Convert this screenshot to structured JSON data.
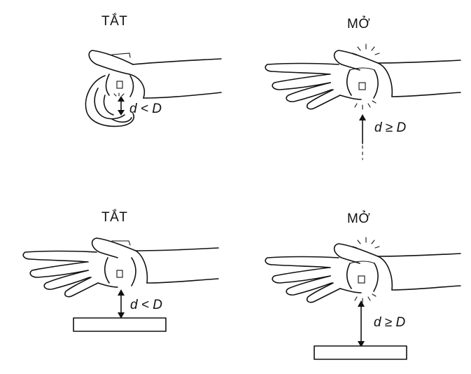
{
  "colors": {
    "ink": "#111111",
    "background": "#ffffff"
  },
  "panels": [
    {
      "id": "top-left",
      "state": "TẮT",
      "distance": "d < D"
    },
    {
      "id": "top-right",
      "state": "MỞ",
      "distance": "d ≥ D"
    },
    {
      "id": "bottom-left",
      "state": "TẮT",
      "distance": "d < D"
    },
    {
      "id": "bottom-right",
      "state": "MỞ",
      "distance": "d ≥ D"
    }
  ]
}
